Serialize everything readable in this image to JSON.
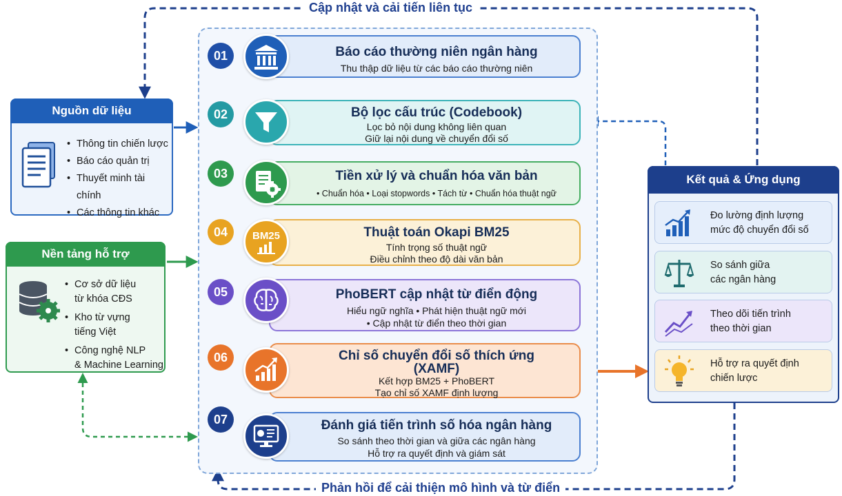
{
  "loops": {
    "top": "Cập nhật và cải tiến liên tục",
    "bottom": "Phản hồi để cải thiện mô hình và từ điển"
  },
  "data_source": {
    "title": "Nguồn dữ liệu",
    "items": [
      "Thông tin chiến lược",
      "Báo cáo quản trị",
      "Thuyết minh tài chính",
      "Các thông tin khác"
    ]
  },
  "support_platform": {
    "title": "Nền tảng hỗ trợ",
    "items": [
      [
        "Cơ sở dữ liệu",
        "từ khóa CĐS"
      ],
      [
        "Kho từ vựng",
        "tiếng Việt"
      ],
      [
        "Công nghệ NLP",
        "& Machine Learning"
      ]
    ]
  },
  "steps": [
    {
      "num": "01",
      "title": "Báo cáo thường niên ngân hàng",
      "desc": [
        "Thu thập dữ liệu từ các báo cáo thường niên"
      ],
      "icon": "bank-icon"
    },
    {
      "num": "02",
      "title": "Bộ lọc cấu trúc (Codebook)",
      "desc": [
        "Lọc bỏ nội dung không liên quan",
        "Giữ lại nội dung về chuyển đổi số"
      ],
      "icon": "funnel-icon"
    },
    {
      "num": "03",
      "title": "Tiền xử lý và chuẩn hóa văn bản",
      "desc": [
        "• Chuẩn hóa   • Loại stopwords   • Tách từ   • Chuẩn hóa thuật ngữ"
      ],
      "icon": "document-gear-icon"
    },
    {
      "num": "04",
      "title": "Thuật toán Okapi BM25",
      "desc": [
        "Tính trọng số thuật ngữ",
        "Điều chỉnh theo độ dài văn bản"
      ],
      "icon": "bm25-icon",
      "icon_text": "BM25"
    },
    {
      "num": "05",
      "title": "PhoBERT cập nhật từ điển động",
      "desc": [
        "Hiểu ngữ nghĩa   •  Phát hiện thuật ngữ mới",
        "•  Cập nhật từ điển theo thời gian"
      ],
      "icon": "brain-icon"
    },
    {
      "num": "06",
      "title": "Chỉ số chuyển đổi số thích ứng",
      "title2": "(XAMF)",
      "desc": [
        "Kết hợp BM25 + PhoBERT",
        "Tạo chỉ số XAMF định lượng"
      ],
      "icon": "growth-chart-icon"
    },
    {
      "num": "07",
      "title": "Đánh giá tiến trình số hóa ngân hàng",
      "desc": [
        "So sánh theo thời gian và giữa các ngân hàng",
        "Hỗ trợ ra quyết định và giám sát"
      ],
      "icon": "monitor-dashboard-icon"
    }
  ],
  "results": {
    "title": "Kết quả & Ứng dụng",
    "items": [
      {
        "lines": [
          "Đo lường định lượng",
          "mức độ chuyển đổi số"
        ],
        "icon": "bar-chart-icon"
      },
      {
        "lines": [
          "So sánh giữa",
          "các ngân hàng"
        ],
        "icon": "scale-icon"
      },
      {
        "lines": [
          "Theo dõi tiến trình",
          "theo thời gian"
        ],
        "icon": "trend-line-icon"
      },
      {
        "lines": [
          "Hỗ trợ ra quyết định",
          "chiến lược"
        ],
        "icon": "lightbulb-icon"
      }
    ]
  },
  "colors": {
    "navy": "#1d3f8c",
    "blue": "#1f5fb8",
    "teal": "#2aa7ad",
    "green": "#2e9a4e",
    "gold": "#e8a321",
    "purple": "#6a4fc7",
    "orange": "#e8742a"
  }
}
